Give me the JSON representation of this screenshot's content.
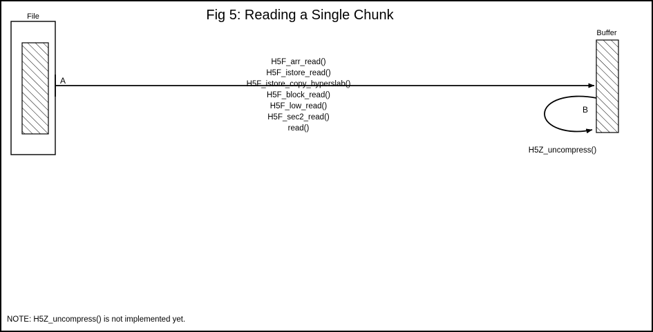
{
  "figure": {
    "title": "Fig 5:  Reading a Single Chunk",
    "note": "NOTE: H5Z_uncompress() is not implemented yet.",
    "background_color": "#ffffff",
    "line_color": "#000000"
  },
  "nodes": {
    "file": {
      "label": "File",
      "fill_pattern": "diagonal-hatch"
    },
    "buffer": {
      "label": "Buffer",
      "fill_pattern": "diagonal-hatch"
    }
  },
  "edges": {
    "transfer": {
      "point_label": "A",
      "direction": "file-to-buffer",
      "calls": [
        "H5F_arr_read()",
        "H5F_istore_read()",
        "H5F_istore_copy_hyperslab()",
        "H5F_block_read()",
        "H5F_low_read()",
        "H5F_sec2_read()",
        "read()"
      ]
    },
    "loop": {
      "point_label": "B",
      "label": "H5Z_uncompress()",
      "direction": "buffer-to-buffer"
    }
  }
}
